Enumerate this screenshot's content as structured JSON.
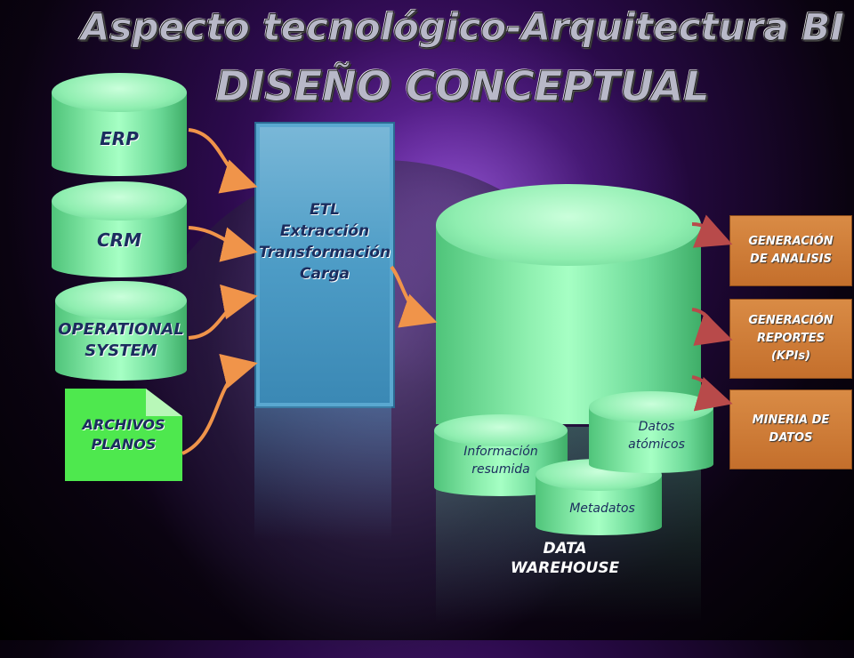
{
  "title": {
    "line1": "Aspecto tecnológico-Arquitectura BI",
    "line2": "DISEÑO CONCEPTUAL"
  },
  "sources": {
    "erp": "ERP",
    "crm": "CRM",
    "operational_line1": "OPERATIONAL",
    "operational_line2": "SYSTEM",
    "archivos_line1": "ARCHIVOS",
    "archivos_line2": "PLANOS"
  },
  "etl": {
    "title": "ETL",
    "step1": "Extracción",
    "step2": "Transformación",
    "step3": "Carga"
  },
  "warehouse": {
    "label_line1": "DATA",
    "label_line2": "WAREHOUSE",
    "resumida_line1": "Información",
    "resumida_line2": "resumida",
    "atomicos_line1": "Datos",
    "atomicos_line2": "atómicos",
    "metadatos": "Metadatos"
  },
  "outputs": {
    "analisis_line1": "GENERACIÓN",
    "analisis_line2": "DE ANALISIS",
    "reportes_line1": "GENERACIÓN",
    "reportes_line2": "REPORTES",
    "reportes_line3": "(KPIs)",
    "mineria_line1": "MINERIA DE",
    "mineria_line2": "DATOS"
  },
  "colors": {
    "cylinder": "#8ff0b0",
    "etl": "#4d9cc6",
    "doc": "#4ee84e",
    "output": "#d0783a",
    "arrow_in": "#f0944a",
    "arrow_out": "#b84a4a"
  }
}
